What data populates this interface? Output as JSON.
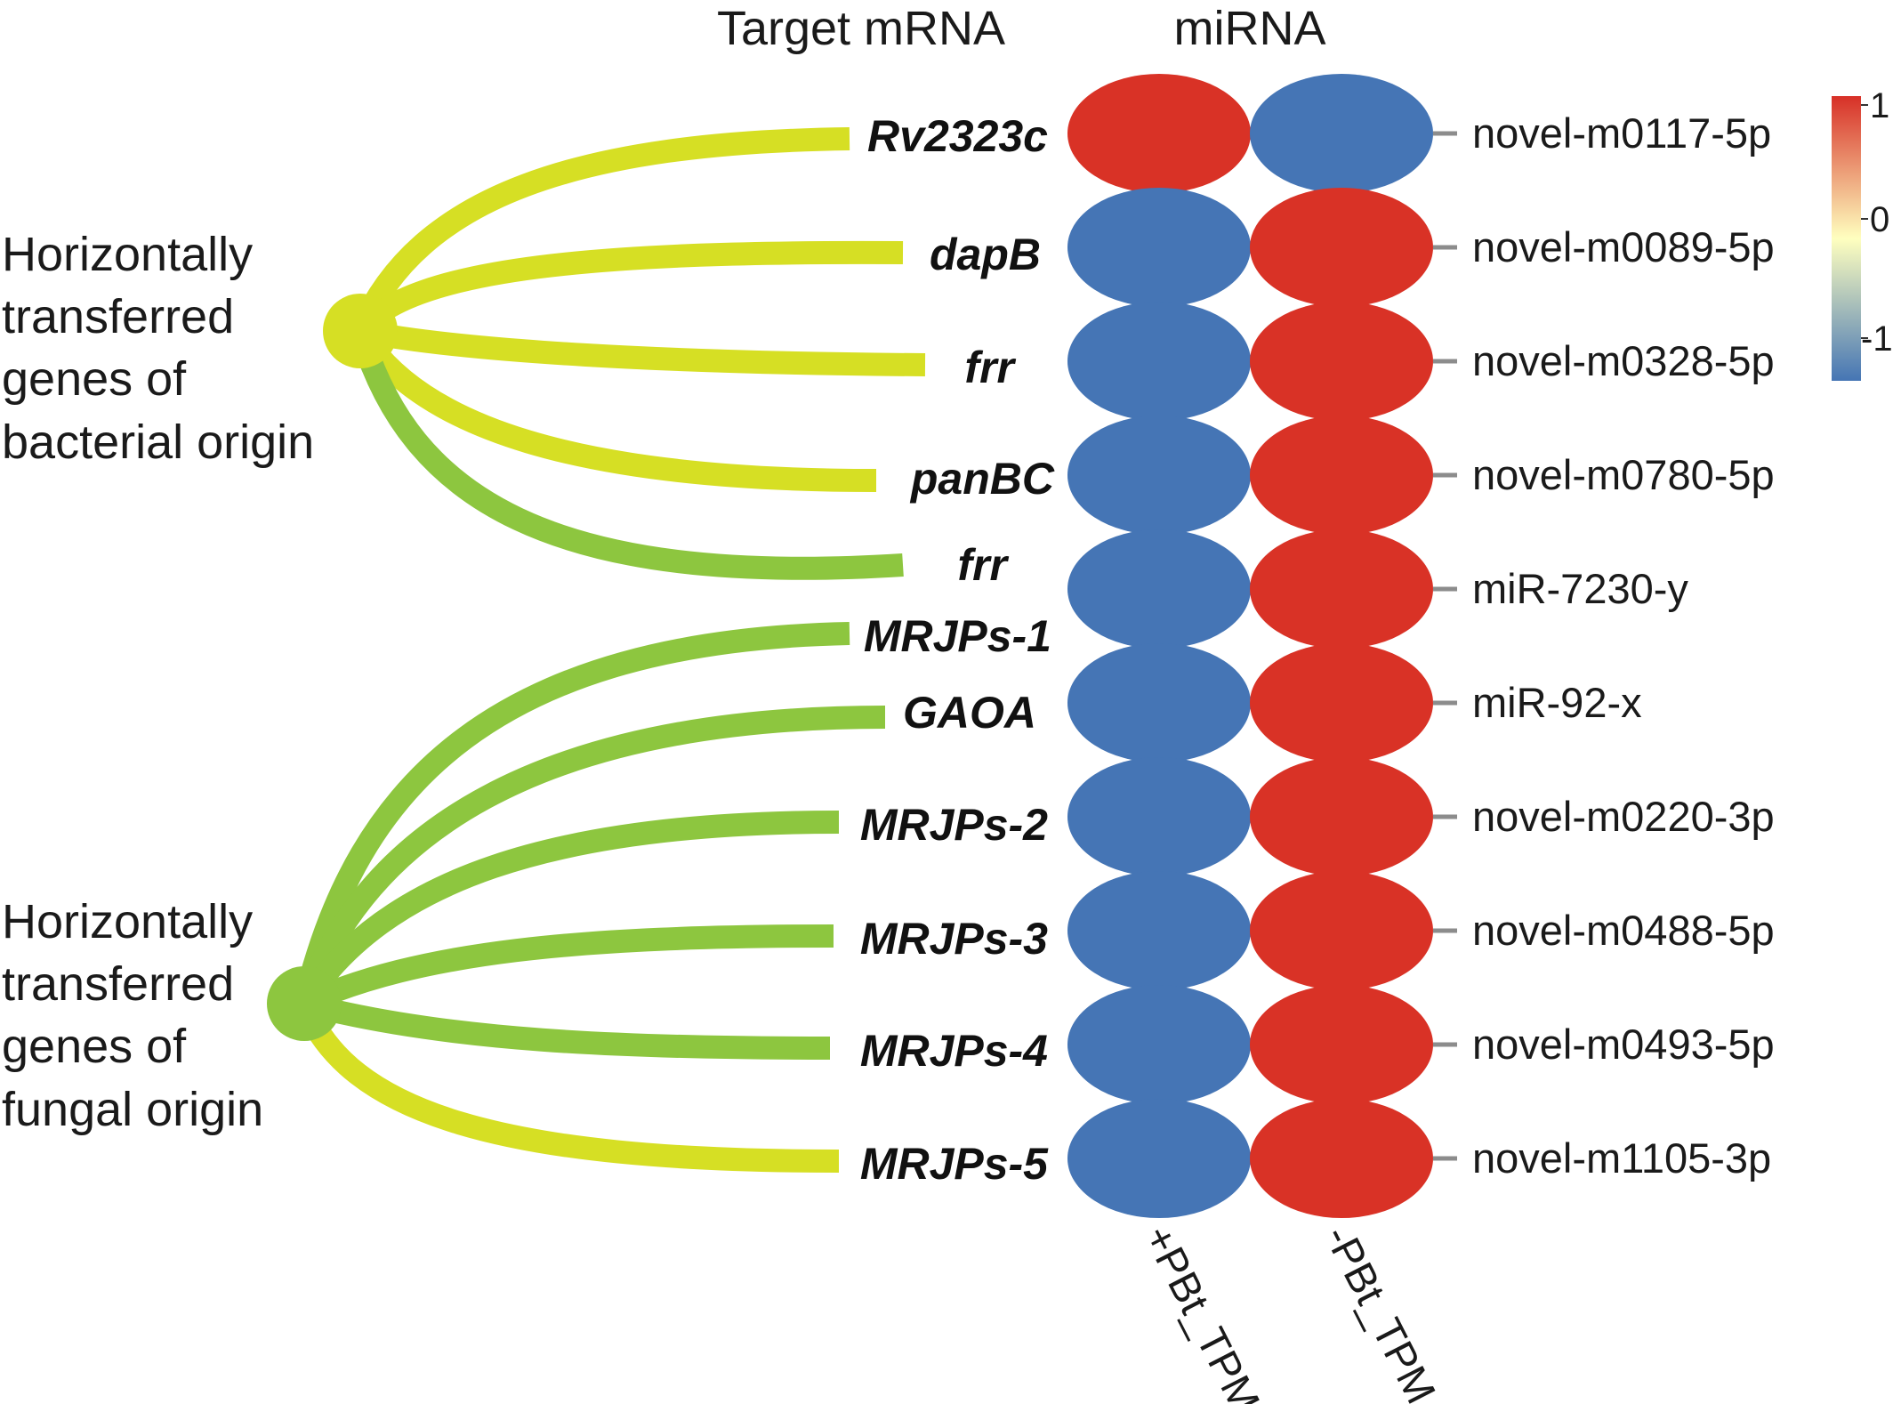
{
  "headers": {
    "target": "Target mRNA",
    "mirna": "miRNA"
  },
  "groups": [
    {
      "label_lines": [
        "Horizontally",
        "transferred",
        "genes of",
        "bacterial origin"
      ],
      "color": "#d6df24"
    },
    {
      "label_lines": [
        "Horizontally",
        "transferred",
        "genes of",
        "fungal origin"
      ],
      "color": "#8dc63f"
    }
  ],
  "edges": [
    {
      "gene": "Rv2323c",
      "group": 0
    },
    {
      "gene": "dapB",
      "group": 0
    },
    {
      "gene": "frr",
      "group": 0
    },
    {
      "gene": "panBC",
      "group": 0
    },
    {
      "gene": "frr",
      "group": 0
    },
    {
      "gene": "MRJPs-1",
      "group": 1
    },
    {
      "gene": "GAOA",
      "group": 1
    },
    {
      "gene": "MRJPs-2",
      "group": 1
    },
    {
      "gene": "MRJPs-3",
      "group": 1
    },
    {
      "gene": "MRJPs-4",
      "group": 1
    },
    {
      "gene": "MRJPs-5",
      "group": 1
    }
  ],
  "heatmap": {
    "columns": [
      "+PBt_TPM",
      "-PBt_TPM"
    ],
    "rows": [
      {
        "mirna": "novel-m0117-5p",
        "values": [
          1,
          -1
        ]
      },
      {
        "mirna": "novel-m0089-5p",
        "values": [
          -1,
          1
        ]
      },
      {
        "mirna": "novel-m0328-5p",
        "values": [
          -1,
          1
        ]
      },
      {
        "mirna": "novel-m0780-5p",
        "values": [
          -1,
          1
        ]
      },
      {
        "mirna": "miR-7230-y",
        "values": [
          -1,
          1
        ]
      },
      {
        "mirna": "miR-92-x",
        "values": [
          -1,
          1
        ]
      },
      {
        "mirna": "novel-m0220-3p",
        "values": [
          -1,
          1
        ]
      },
      {
        "mirna": "novel-m0488-5p",
        "values": [
          -1,
          1
        ]
      },
      {
        "mirna": "novel-m0493-5p",
        "values": [
          -1,
          1
        ]
      },
      {
        "mirna": "novel-m1105-3p",
        "values": [
          -1,
          1
        ]
      }
    ]
  },
  "colorbar": {
    "ticks": [
      "1",
      "0",
      "-1"
    ],
    "high_color": "#d73027",
    "mid_color": "#ffffbf",
    "low_color": "#4575b4"
  },
  "cell_colors": {
    "high": "#d93226",
    "low": "#4575b5"
  }
}
